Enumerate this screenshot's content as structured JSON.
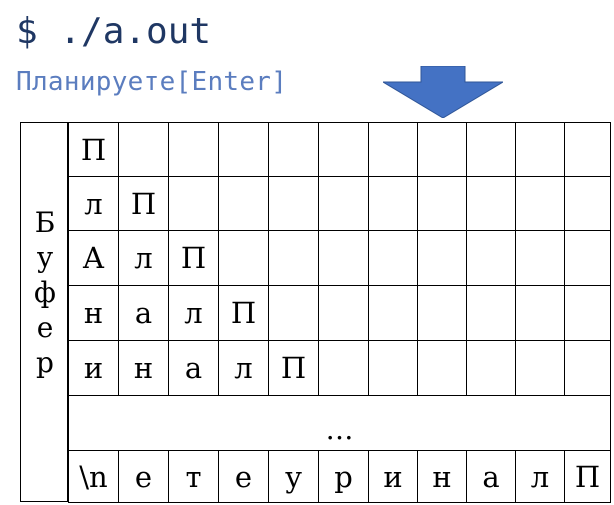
{
  "terminal": {
    "command": "$ ./a.out",
    "input": "Планируете[Enter]"
  },
  "buffer": {
    "label": [
      "Б",
      "у",
      "ф",
      "е",
      "р"
    ],
    "rows": [
      [
        "П"
      ],
      [
        "л",
        "П"
      ],
      [
        "А",
        "л",
        "П"
      ],
      [
        "н",
        "а",
        "л",
        "П"
      ],
      [
        "и",
        "н",
        "а",
        "л",
        "П"
      ]
    ],
    "ellipsis": "…",
    "last_row": [
      "\\n",
      "е",
      "т",
      "е",
      "у",
      "р",
      "и",
      "н",
      "а",
      "л",
      "П"
    ]
  },
  "colors": {
    "command": "#1f3763",
    "input": "#5b7dbf",
    "arrow": "#4472c4"
  },
  "icons": {
    "arrow": "down-arrow-icon"
  }
}
